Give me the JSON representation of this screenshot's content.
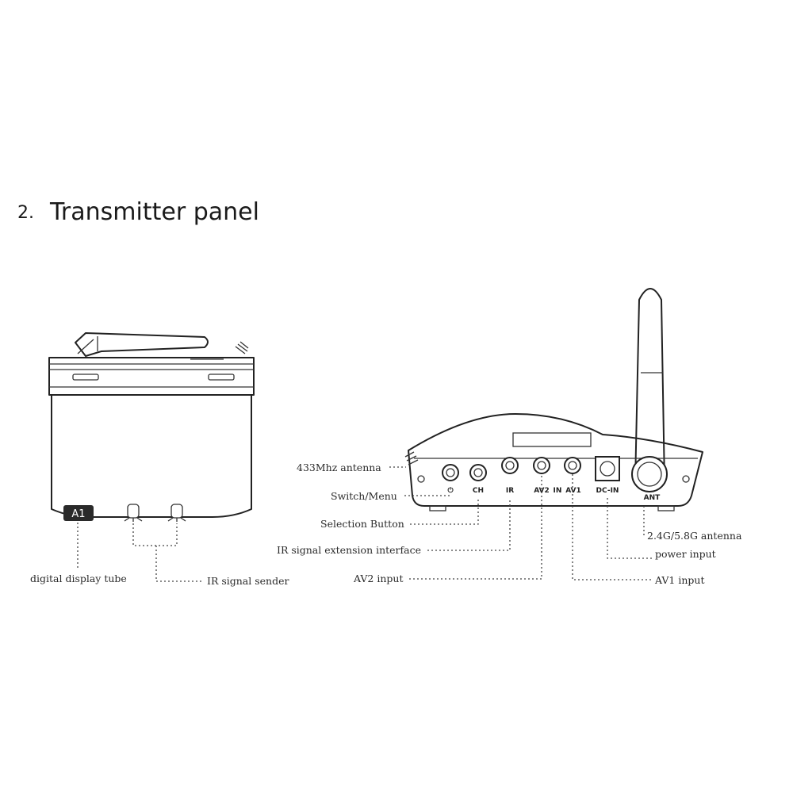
{
  "heading": {
    "number": "2.",
    "title": "Transmitter panel"
  },
  "front_view": {
    "display_text": "A1",
    "labels": {
      "display": "digital display tube",
      "ir_sender": "IR signal sender"
    }
  },
  "rear_view": {
    "port_labels": {
      "power": "⏻",
      "ch": "CH",
      "ir": "IR",
      "av2": "AV2",
      "in": "IN",
      "av1": "AV1",
      "dcin": "DC-IN",
      "ant": "ANT"
    },
    "callouts": {
      "antenna_433": "433Mhz antenna",
      "switch_menu": "Switch/Menu",
      "selection": "Selection Button",
      "ir_ext": "IR signal extension interface",
      "av2_input": "AV2 input",
      "antenna_24": "2.4G/5.8G antenna",
      "power_input": "power input",
      "av1_input": "AV1 input"
    }
  }
}
